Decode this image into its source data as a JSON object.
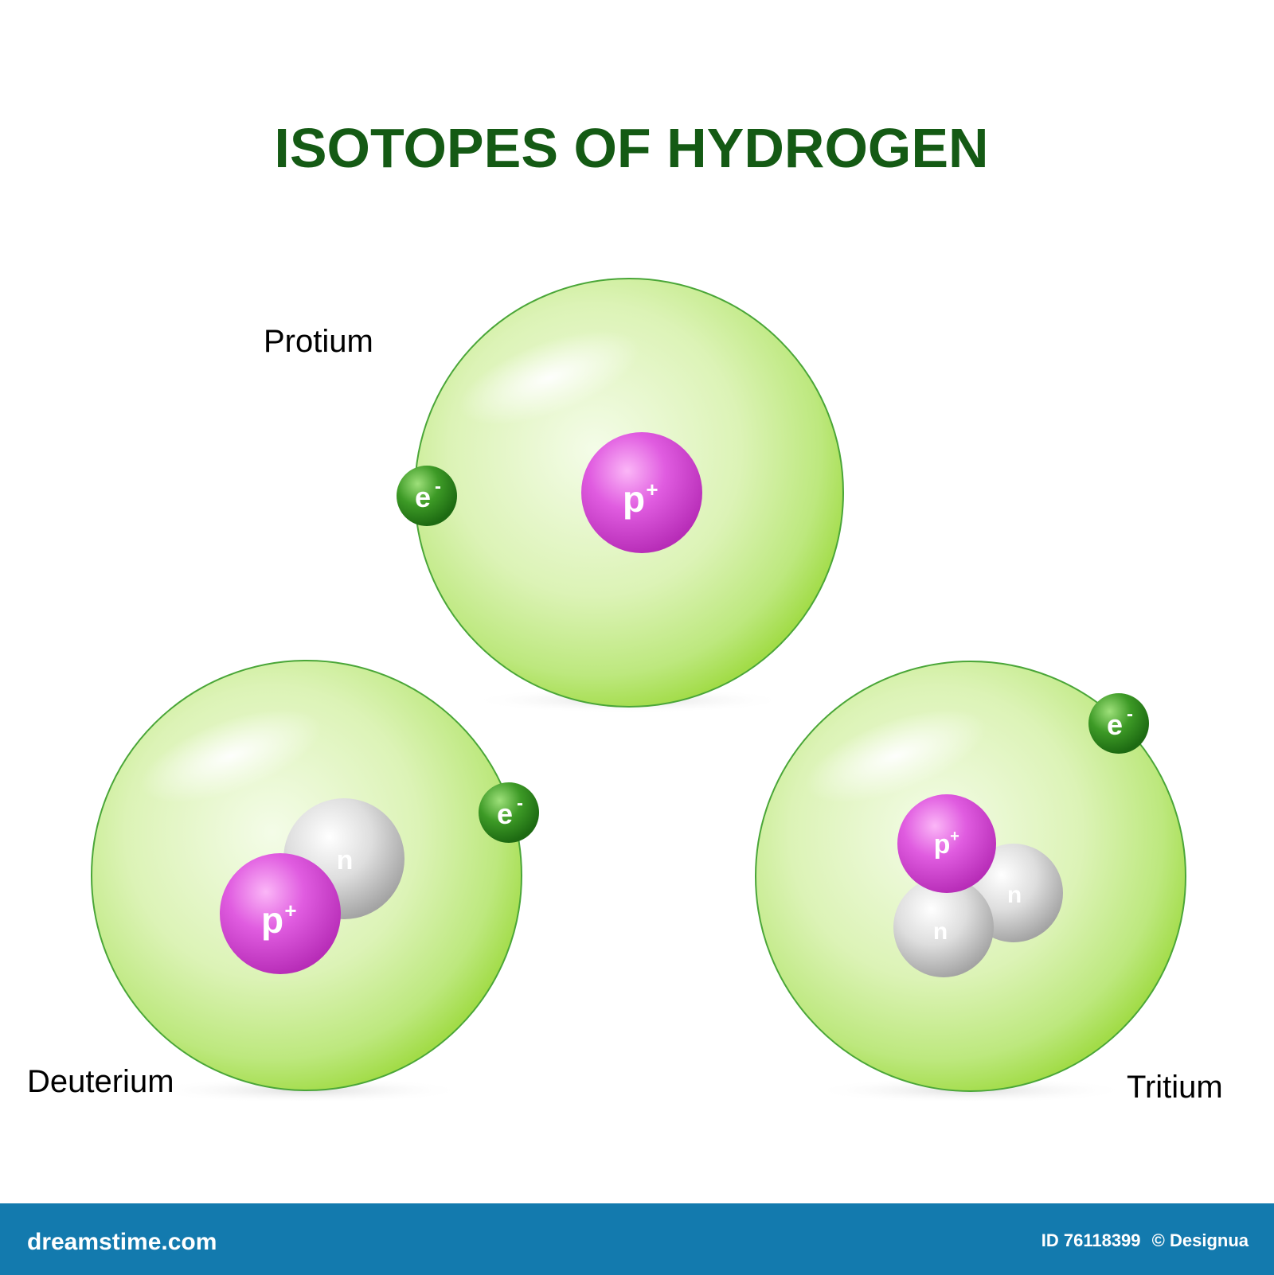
{
  "title": "ISOTOPES OF HYDROGEN",
  "isotopes": [
    {
      "name": "Protium",
      "protons": 1,
      "neutrons": 0,
      "electrons": 1
    },
    {
      "name": "Deuterium",
      "protons": 1,
      "neutrons": 1,
      "electrons": 1
    },
    {
      "name": "Tritium",
      "protons": 1,
      "neutrons": 2,
      "electrons": 1
    }
  ],
  "particles": {
    "proton": {
      "symbol": "p",
      "charge": "+"
    },
    "neutron": {
      "symbol": "n"
    },
    "electron": {
      "symbol": "e",
      "charge": "-"
    }
  },
  "footer": {
    "site": "dreamstime.com",
    "image_id": "ID 76118399",
    "credit": "© Designua"
  },
  "colors": {
    "title": "#145a14",
    "cloud_light": "#f1fbe3",
    "cloud_dark": "#a6de4e",
    "proton": "#d94ad9",
    "neutron": "#bdbdbd",
    "electron": "#2e8a1e",
    "footer_bar": "#137aae"
  }
}
